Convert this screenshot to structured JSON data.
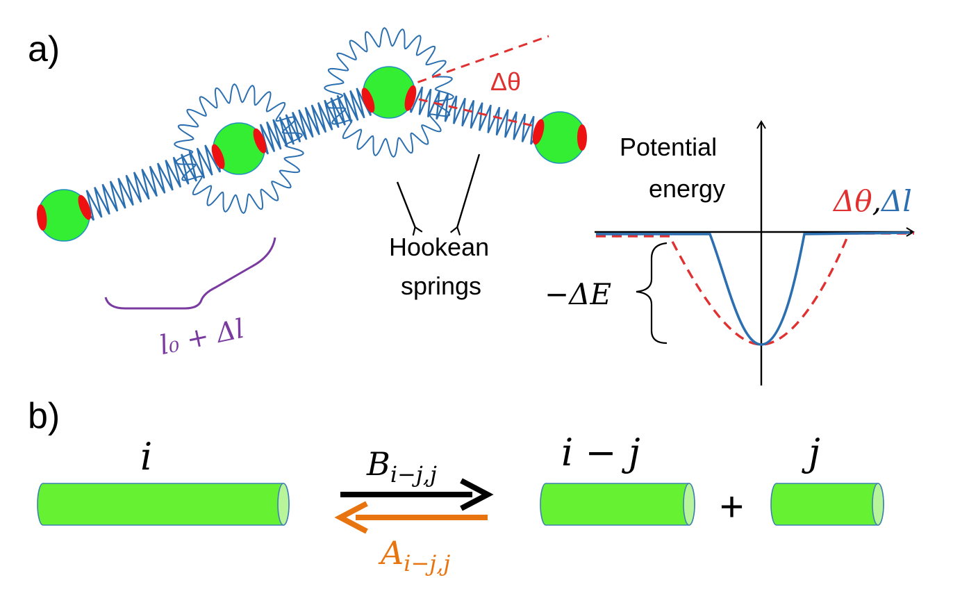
{
  "panel_a": {
    "label": "a)",
    "angle_label": "Δθ",
    "length_label": "l₀ + Δl",
    "springs_label_line1": "Hookean",
    "springs_label_line2": "springs",
    "potential": {
      "ylabel_line1": "Potential",
      "ylabel_line2": "energy",
      "xlabel_theta": "Δθ",
      "xlabel_comma": ",",
      "xlabel_l": "Δl",
      "depth_label": "−ΔE"
    }
  },
  "panel_b": {
    "label": "b)",
    "left_label": "i",
    "mid_label": "i − j",
    "right_label": "j",
    "plus": "+",
    "forward_rate": "B",
    "forward_sub": "i−j,j",
    "backward_rate": "A",
    "backward_sub": "i−j,j"
  },
  "colors": {
    "bead": "#33ee33",
    "patch": "#ee1111",
    "spring": "#2b6fb0",
    "dashed": "#e03030",
    "brace_length": "#7a3aa0",
    "arrow_forward": "#000000",
    "arrow_backward": "#e8740f",
    "rod": "#66f233"
  }
}
